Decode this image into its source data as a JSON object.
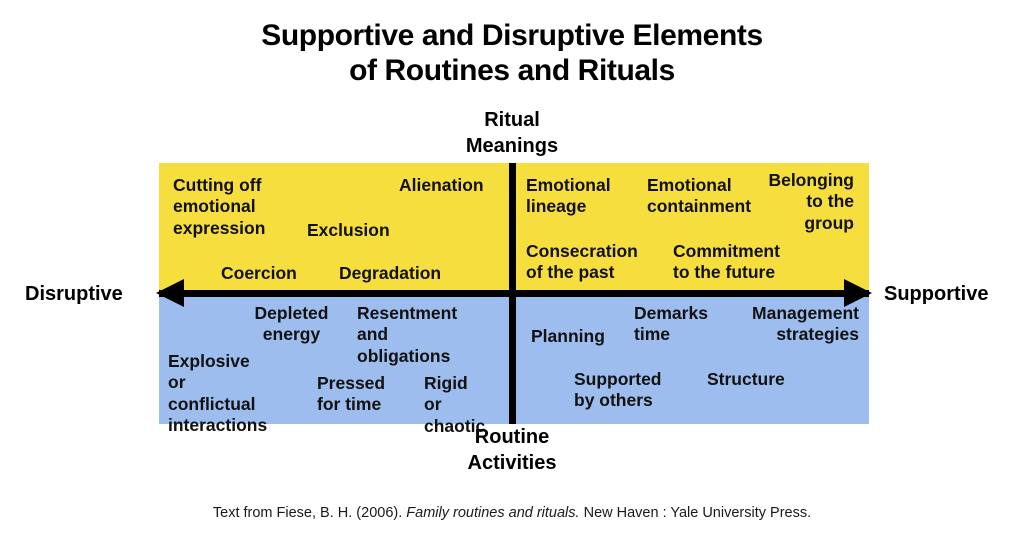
{
  "title": {
    "line1": "Supportive and Disruptive Elements",
    "line2": "of Routines and Rituals"
  },
  "axes": {
    "top": {
      "line1": "Ritual",
      "line2": "Meanings"
    },
    "bottom": {
      "line1": "Routine",
      "line2": "Activities"
    },
    "left": "Disruptive",
    "right": "Supportive"
  },
  "colors": {
    "ritual_band": "#F6DE3F",
    "routine_band": "#9CBDEE",
    "axis": "#000000",
    "text": "#111111"
  },
  "quadrants": {
    "ritual_disruptive": {
      "name": "Disruptive Ritual Meanings",
      "terms": [
        "Cutting off\nemotional\nexpression",
        "Alienation",
        "Exclusion",
        "Coercion",
        "Degradation"
      ]
    },
    "ritual_supportive": {
      "name": "Supportive Ritual Meanings",
      "terms": [
        "Emotional\nlineage",
        "Emotional\ncontainment",
        "Belonging\nto the\ngroup",
        "Consecration\nof the past",
        "Commitment\nto the future"
      ]
    },
    "routine_disruptive": {
      "name": "Disruptive Routine Activities",
      "terms": [
        "Depleted\nenergy",
        "Resentment\nand obligations",
        "Explosive or\nconflictual\ninteractions",
        "Pressed\nfor time",
        "Rigid or\nchaotic"
      ]
    },
    "routine_supportive": {
      "name": "Supportive Routine Activities",
      "terms": [
        "Planning",
        "Demarks\ntime",
        "Management\nstrategies",
        "Supported\nby others",
        "Structure"
      ]
    }
  },
  "footer": {
    "prefix": "Text from Fiese, B. H. (2006). ",
    "work_title": "Family routines and rituals.",
    "suffix": " New Haven : Yale University Press."
  }
}
